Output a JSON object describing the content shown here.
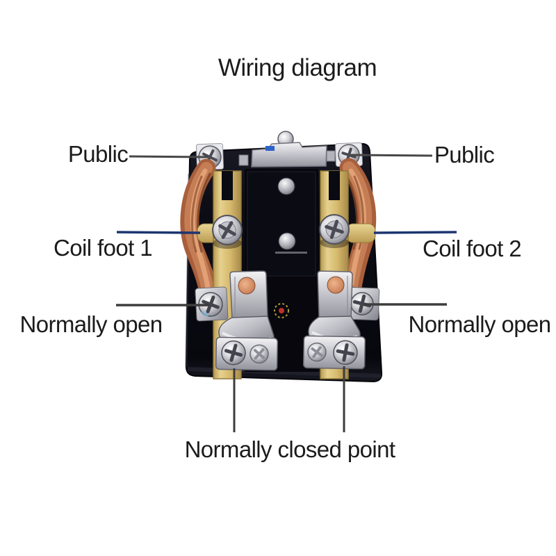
{
  "title": "Wiring diagram",
  "labels": {
    "public_left": "Public",
    "public_right": "Public",
    "coil_foot_1": "Coil foot 1",
    "coil_foot_2": "Coil foot 2",
    "normally_open_left": "Normally open",
    "normally_open_right": "Normally open",
    "normally_closed_point": "Normally closed point"
  },
  "image": {
    "subject": "relay-terminal-side-photo"
  },
  "colors": {
    "background": "#ffffff",
    "label_text": "#1b1b1b",
    "leader_line_gray": "#474747",
    "leader_line_blue": "#1d3570",
    "relay_body": "#0d0d15",
    "brass_terminal": "#d8bd72",
    "copper_coil": "#c07a52",
    "silver_metal": "#d2d2d8"
  }
}
